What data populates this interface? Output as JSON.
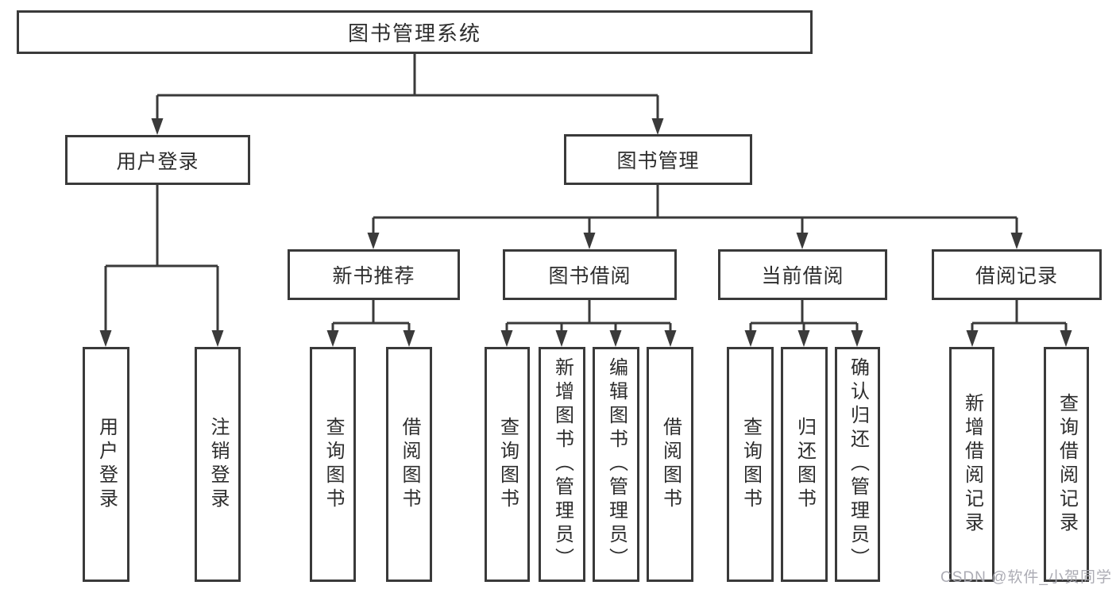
{
  "diagram": {
    "root_label": "图书管理系统",
    "branches": [
      {
        "label": "用户登录",
        "leaves": [
          "用户登录",
          "注销登录"
        ]
      },
      {
        "label": "图书管理",
        "groups": [
          {
            "label": "新书推荐",
            "leaves": [
              "查询图书",
              "借阅图书"
            ]
          },
          {
            "label": "图书借阅",
            "leaves": [
              "查询图书",
              "新增图书（管理员）",
              "编辑图书（管理员）",
              "借阅图书"
            ]
          },
          {
            "label": "当前借阅",
            "leaves": [
              "查询图书",
              "归还图书",
              "确认归还（管理员）"
            ]
          },
          {
            "label": "借阅记录",
            "leaves": [
              "新增借阅记录",
              "查询借阅记录"
            ]
          }
        ]
      }
    ]
  },
  "watermark": {
    "text": "CSDN @软件_小贺同学"
  },
  "colors": {
    "line": "#3a3a3a",
    "box_border": "#3a3a3a",
    "text": "#2d2d2d",
    "background": "#ffffff",
    "watermark": "#a8a8b0"
  }
}
